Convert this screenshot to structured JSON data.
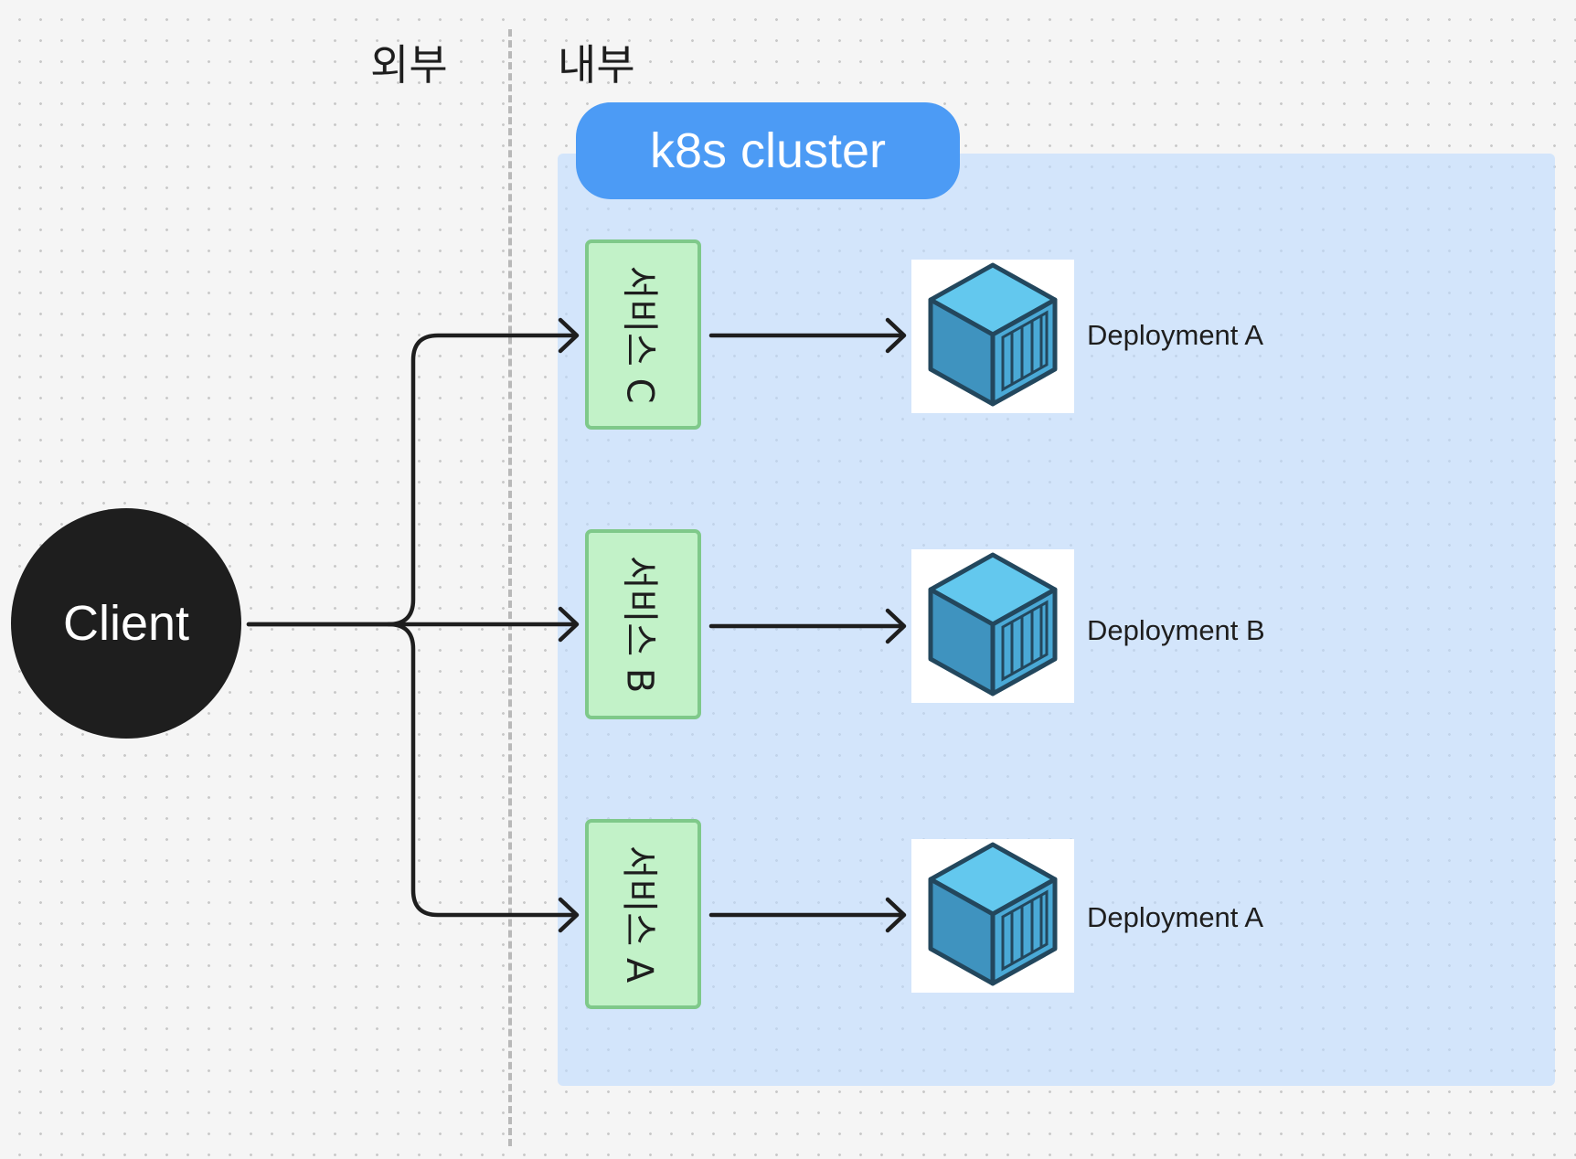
{
  "zones": {
    "outside": "외부",
    "inside": "내부"
  },
  "cluster": {
    "title": "k8s cluster"
  },
  "client": {
    "label": "Client"
  },
  "services": [
    {
      "label": "서비스 C"
    },
    {
      "label": "서비스 B"
    },
    {
      "label": "서비스 A"
    }
  ],
  "deployments": [
    {
      "label": "Deployment A",
      "icon": "container-icon"
    },
    {
      "label": "Deployment B",
      "icon": "container-icon"
    },
    {
      "label": "Deployment A",
      "icon": "container-icon"
    }
  ],
  "colors": {
    "cluster_title_bg": "#4c9bf5",
    "cluster_area_bg": "#bedcff",
    "service_fill": "#c2f2c8",
    "service_border": "#7fc98a",
    "client_fill": "#1e1e1e",
    "container_light": "#5bc2ea",
    "container_dark": "#3c8db8",
    "outline": "#23475d"
  }
}
